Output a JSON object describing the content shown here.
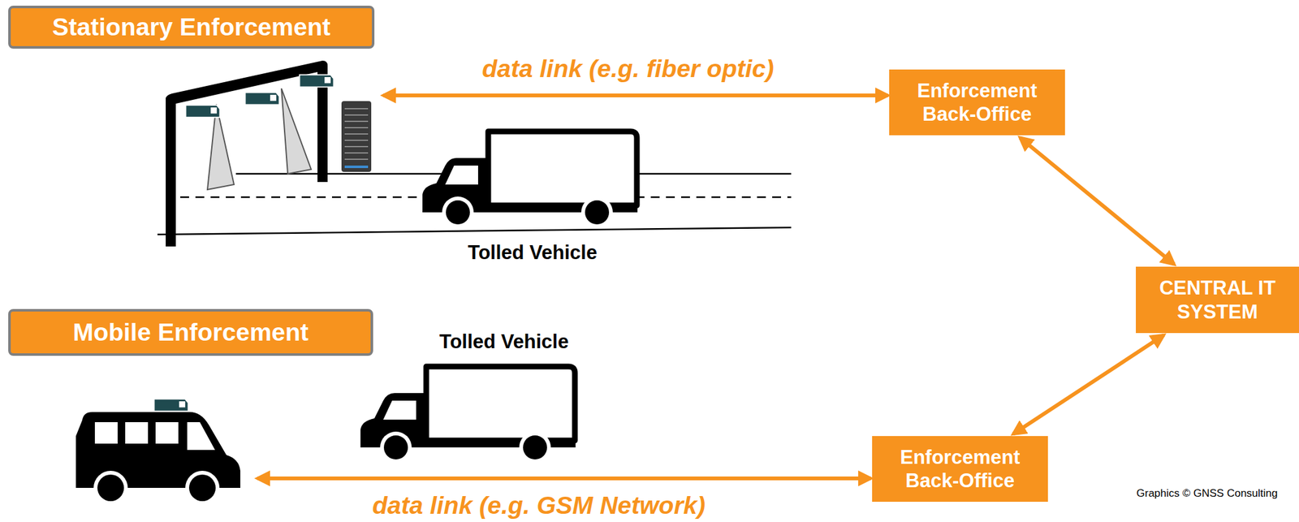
{
  "diagram": {
    "nodes": [
      {
        "text": [
          "Stationary Enforcement"
        ]
      },
      {
        "text": [
          "Enforcement Back-Office"
        ]
      },
      {
        "text": [
          "CENTRAL IT SYSTEM"
        ]
      },
      {
        "text": [
          "Mobile Enforcement"
        ]
      },
      {
        "text": [
          "Enforcement Back-Office"
        ]
      }
    ],
    "edges": [
      {
        "from": 1,
        "to": 2,
        "arrow": "both"
      },
      {
        "from": 4,
        "to": 2,
        "arrow": "both"
      }
    ],
    "labels": [
      "data link (e.g. fiber optic)",
      "Tolled Vehicle",
      "Tolled Vehicle",
      "data link (e.g. GSM Network)",
      "Graphics © GNSS Consulting"
    ]
  }
}
